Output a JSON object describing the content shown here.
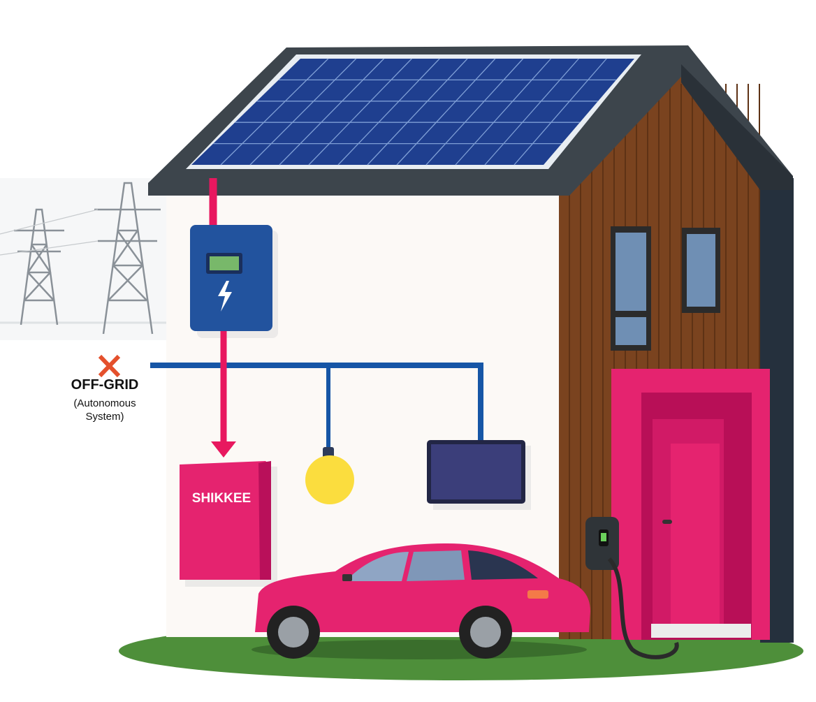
{
  "status": {
    "label": "OFF-GRID",
    "sublabel": "(Autonomous System)",
    "icon": "cross-icon"
  },
  "battery": {
    "brand": "SHIKKEE"
  },
  "colors": {
    "roof": "#3d454c",
    "panel": "#1f3f8f",
    "wall": "#fcf9f6",
    "wood": "#7a431f",
    "pink": "#e5236f",
    "energy_line": "#e8185f",
    "wiring": "#1656a6",
    "inverter": "#22539e",
    "bulb": "#fbdd3e",
    "ground": "#4e8f3a",
    "cross": "#e4502c"
  }
}
